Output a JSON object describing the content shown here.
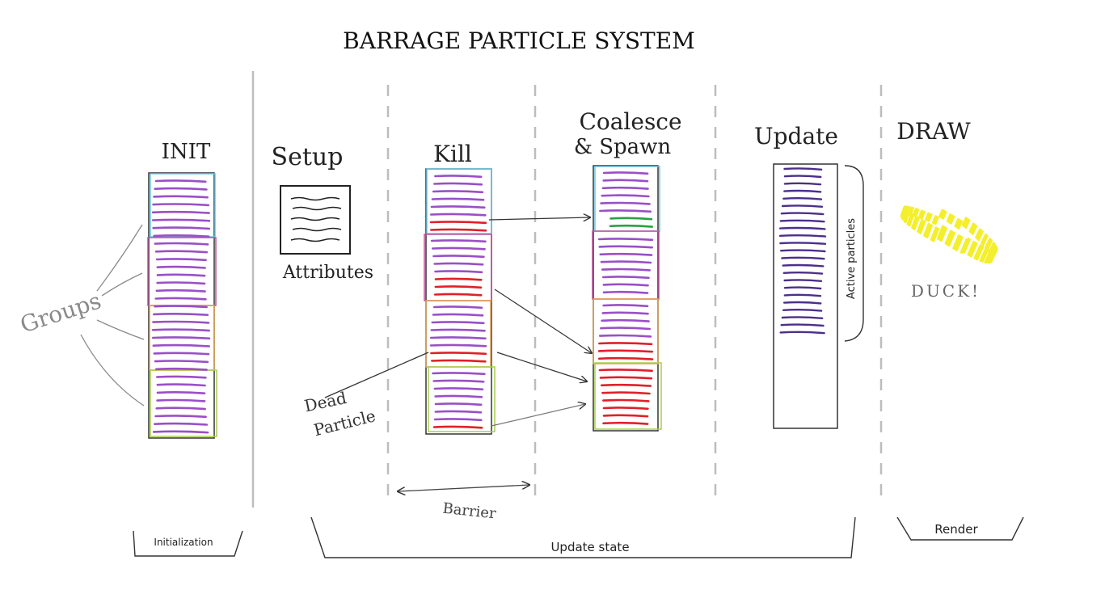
{
  "title": "BARRAGE PARTICLE SYSTEM",
  "stages": {
    "init": "INIT",
    "setup": "Setup",
    "kill": "Kill",
    "coalesce_line1": "Coalesce",
    "coalesce_line2": "& Spawn",
    "update": "Update",
    "draw": "DRAW"
  },
  "labels": {
    "groups": "Groups",
    "attributes": "Attributes",
    "dead_line1": "Dead",
    "dead_line2": "Particle",
    "barrier": "Barrier",
    "active_particles": "Active particles",
    "duck": "DUCK!"
  },
  "phases": {
    "initialization": "Initialization",
    "update_state": "Update state",
    "render": "Render"
  },
  "colors": {
    "alive": "#9a4fc8",
    "dead": "#e0202a",
    "spawn": "#27a243",
    "update_line": "#4b2f8c",
    "duck": "#f4ef2c",
    "group_cyan": "#6cc6e0",
    "group_magenta": "#c0509c",
    "group_orange": "#e0a050",
    "group_lime": "#a6cf4a"
  }
}
